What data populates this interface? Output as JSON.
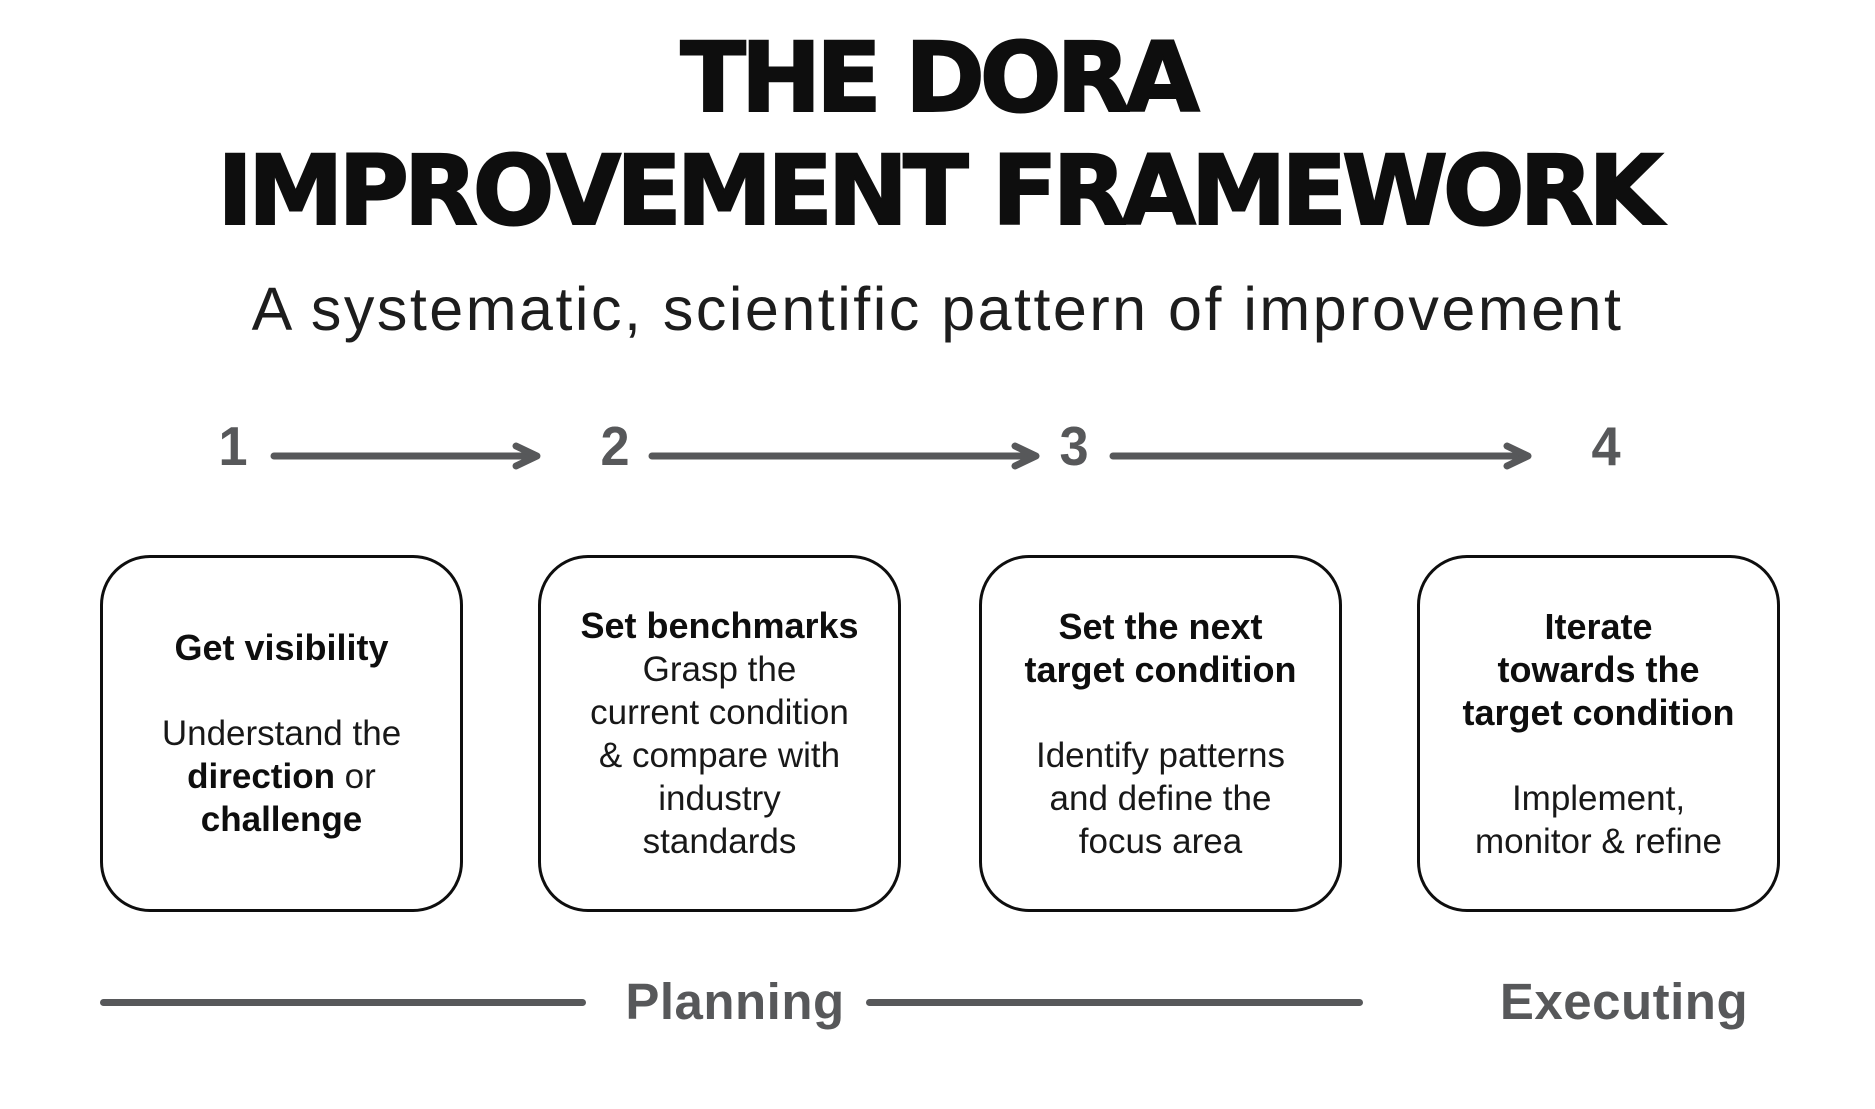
{
  "colors": {
    "ink": "#0e0e0e",
    "gray": "#57585a"
  },
  "header": {
    "title_line1": "THE DORA",
    "title_line2": "IMPROVEMENT FRAMEWORK",
    "subtitle": "A systematic, scientific pattern of improvement"
  },
  "steps": [
    {
      "number": "1",
      "title": "Get visibility",
      "body_parts": [
        "Understand the\n",
        "direction",
        " or\n",
        "challenge"
      ]
    },
    {
      "number": "2",
      "title": "Set benchmarks",
      "body": "Grasp the\ncurrent condition\n& compare with\nindustry\nstandards"
    },
    {
      "number": "3",
      "title": "Set the next\ntarget condition",
      "body": "Identify patterns\nand define the\nfocus area"
    },
    {
      "number": "4",
      "title": "Iterate\ntowards the\ntarget condition",
      "body": "Implement,\nmonitor & refine"
    }
  ],
  "phases": [
    {
      "label": "Planning"
    },
    {
      "label": "Executing"
    }
  ]
}
